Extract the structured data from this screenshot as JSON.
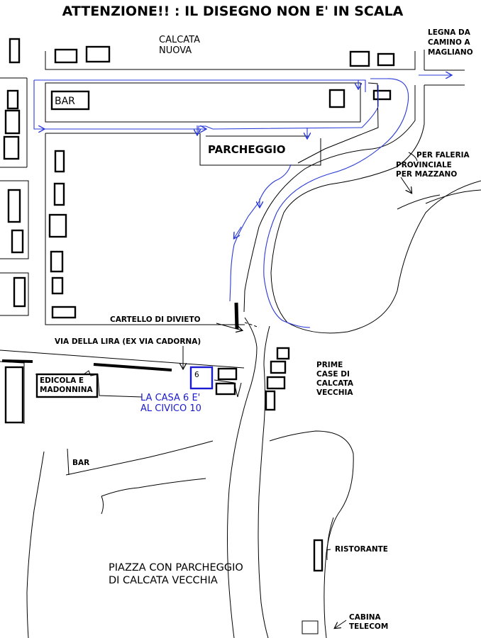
{
  "map": {
    "title": "ATTENZIONE!! : IL DISEGNO NON E' IN SCALA",
    "labels": {
      "calcata_nuova_1": "CALCATA",
      "calcata_nuova_2": "NUOVA",
      "legna_1": "LEGNA DA",
      "legna_2": "CAMINO A",
      "legna_3": "MAGLIANO",
      "bar_top": "BAR",
      "parcheggio": "PARCHEGGIO",
      "faleria": "PER FALERIA",
      "provinciale_1": "PROVINCIALE",
      "provinciale_2": "PER MAZZANO",
      "cartello": "CARTELLO DI DIVIETO",
      "via_lira": "VIA DELLA LIRA (EX VIA CADORNA)",
      "edicola_1": "EDICOLA E",
      "edicola_2": "MADONNINA",
      "casa_number": "6",
      "casa_1": "LA CASA 6 E'",
      "casa_2": "AL CIVICO 10",
      "prime_1": "PRIME",
      "prime_2": "CASE DI",
      "prime_3": "CALCATA",
      "prime_4": "VECCHIA",
      "bar_bottom": "BAR",
      "piazza_1": "PIAZZA CON PARCHEGGIO",
      "piazza_2": "DI CALCATA VECCHIA",
      "ristorante": "RISTORANTE",
      "cabina_1": "CABINA",
      "cabina_2": "TELECOM"
    }
  }
}
